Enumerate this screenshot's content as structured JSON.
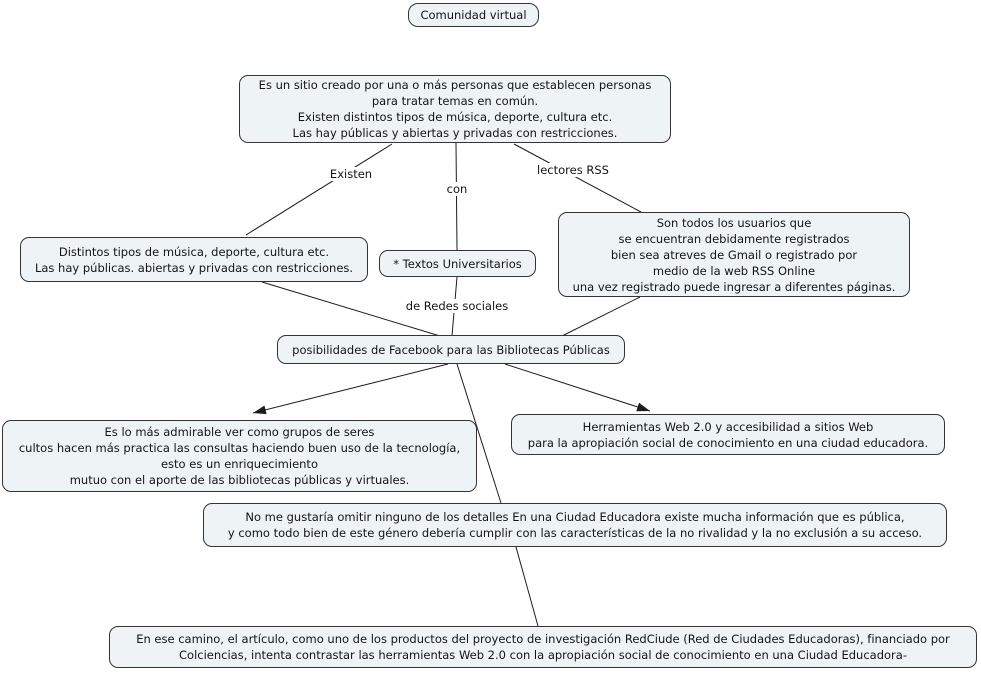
{
  "colors": {
    "node_fill": "#eef3f6",
    "node_border": "#343434",
    "line_color": "#1c1c1c",
    "text_color": "#141414",
    "background": "#ffffff"
  },
  "nodes": {
    "comunidad_virtual": {
      "text": "Comunidad virtual"
    },
    "definicion_sitio": {
      "text": "Es un sitio creado por una o más personas que establecen personas\npara tratar temas en común.\nExisten distintos tipos de música, deporte, cultura etc.\nLas hay públicas y abiertas y privadas con restricciones."
    },
    "distintos_tipos": {
      "text": "Distintos tipos de música, deporte, cultura etc.\nLas hay públicas. abiertas y privadas con restricciones."
    },
    "textos_universitarios": {
      "text": "* Textos Universitarios"
    },
    "usuarios_registrados": {
      "text": "Son todos los usuarios que\nse encuentran debidamente registrados\nbien sea atreves de Gmail o registrado por\nmedio de la web RSS Online\nuna vez registrado puede ingresar a diferentes páginas."
    },
    "posibilidades_facebook": {
      "text": "posibilidades de Facebook para las Bibliotecas Públicas"
    },
    "grupos_cultos": {
      "text": "Es lo más admirable ver como grupos de seres\ncultos hacen más practica las consultas haciendo buen uso de la tecnología,\nesto es un enriquecimiento\nmutuo con el aporte de las bibliotecas públicas y virtuales."
    },
    "herramientas_web": {
      "text": "Herramientas Web 2.0 y accesibilidad a sitios Web\npara la apropiación social de conocimiento en una ciudad educadora."
    },
    "ciudad_educadora": {
      "text": "No me gustaría omitir ninguno de los detalles En una Ciudad Educadora existe mucha información que es pública,\ny como todo bien de este género debería cumplir con las características de la no rivalidad y la no exclusión a su acceso."
    },
    "proyecto_redciude": {
      "text": "En ese camino, el artículo, como uno de los productos del proyecto de investigación RedCiude (Red de Ciudades Educadoras), financiado por\nColciencias, intenta contrastar las herramientas Web 2.0 con la apropiación social de conocimiento en una Ciudad Educadora-"
    }
  },
  "link_labels": {
    "existen": "Existen",
    "con": "con",
    "lectores_rss": "lectores RSS",
    "de_redes_sociales": "de Redes sociales"
  }
}
